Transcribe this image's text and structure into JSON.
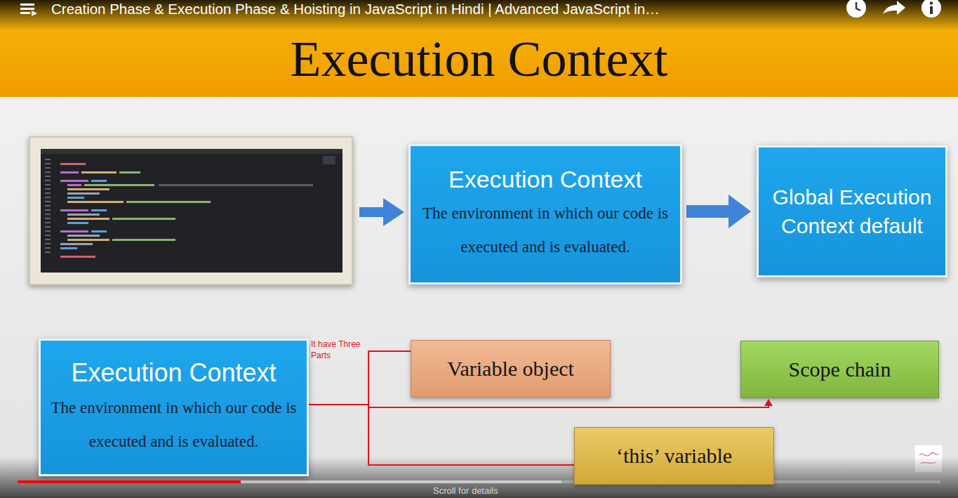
{
  "diagram": {
    "title": "Execution Context",
    "nodes": [
      {
        "text": [
          "Execution Context",
          "The environment in which our code is executed and is evaluated."
        ]
      },
      {
        "text": [
          "Global Execution Context default"
        ]
      },
      {
        "text": [
          "Execution Context",
          "The environment in which our code is executed and is evaluated."
        ]
      },
      {
        "text": [
          "Variable object"
        ]
      },
      {
        "text": [
          "Scope chain"
        ]
      },
      {
        "text": [
          "‘this’ variable"
        ]
      }
    ],
    "edges": [
      {
        "from": 0,
        "to": 1,
        "arrow": "to"
      },
      {
        "from": 2,
        "to": 3,
        "arrow": "none"
      },
      {
        "from": 2,
        "to": 4,
        "arrow": "to"
      },
      {
        "from": 2,
        "to": 5,
        "arrow": "none"
      }
    ],
    "labels": [
      "Creation Phase & Execution Phase & Hoisting in JavaScript in Hindi | Advanced JavaScript in…",
      "It have Three Parts",
      "Scroll for details"
    ]
  }
}
